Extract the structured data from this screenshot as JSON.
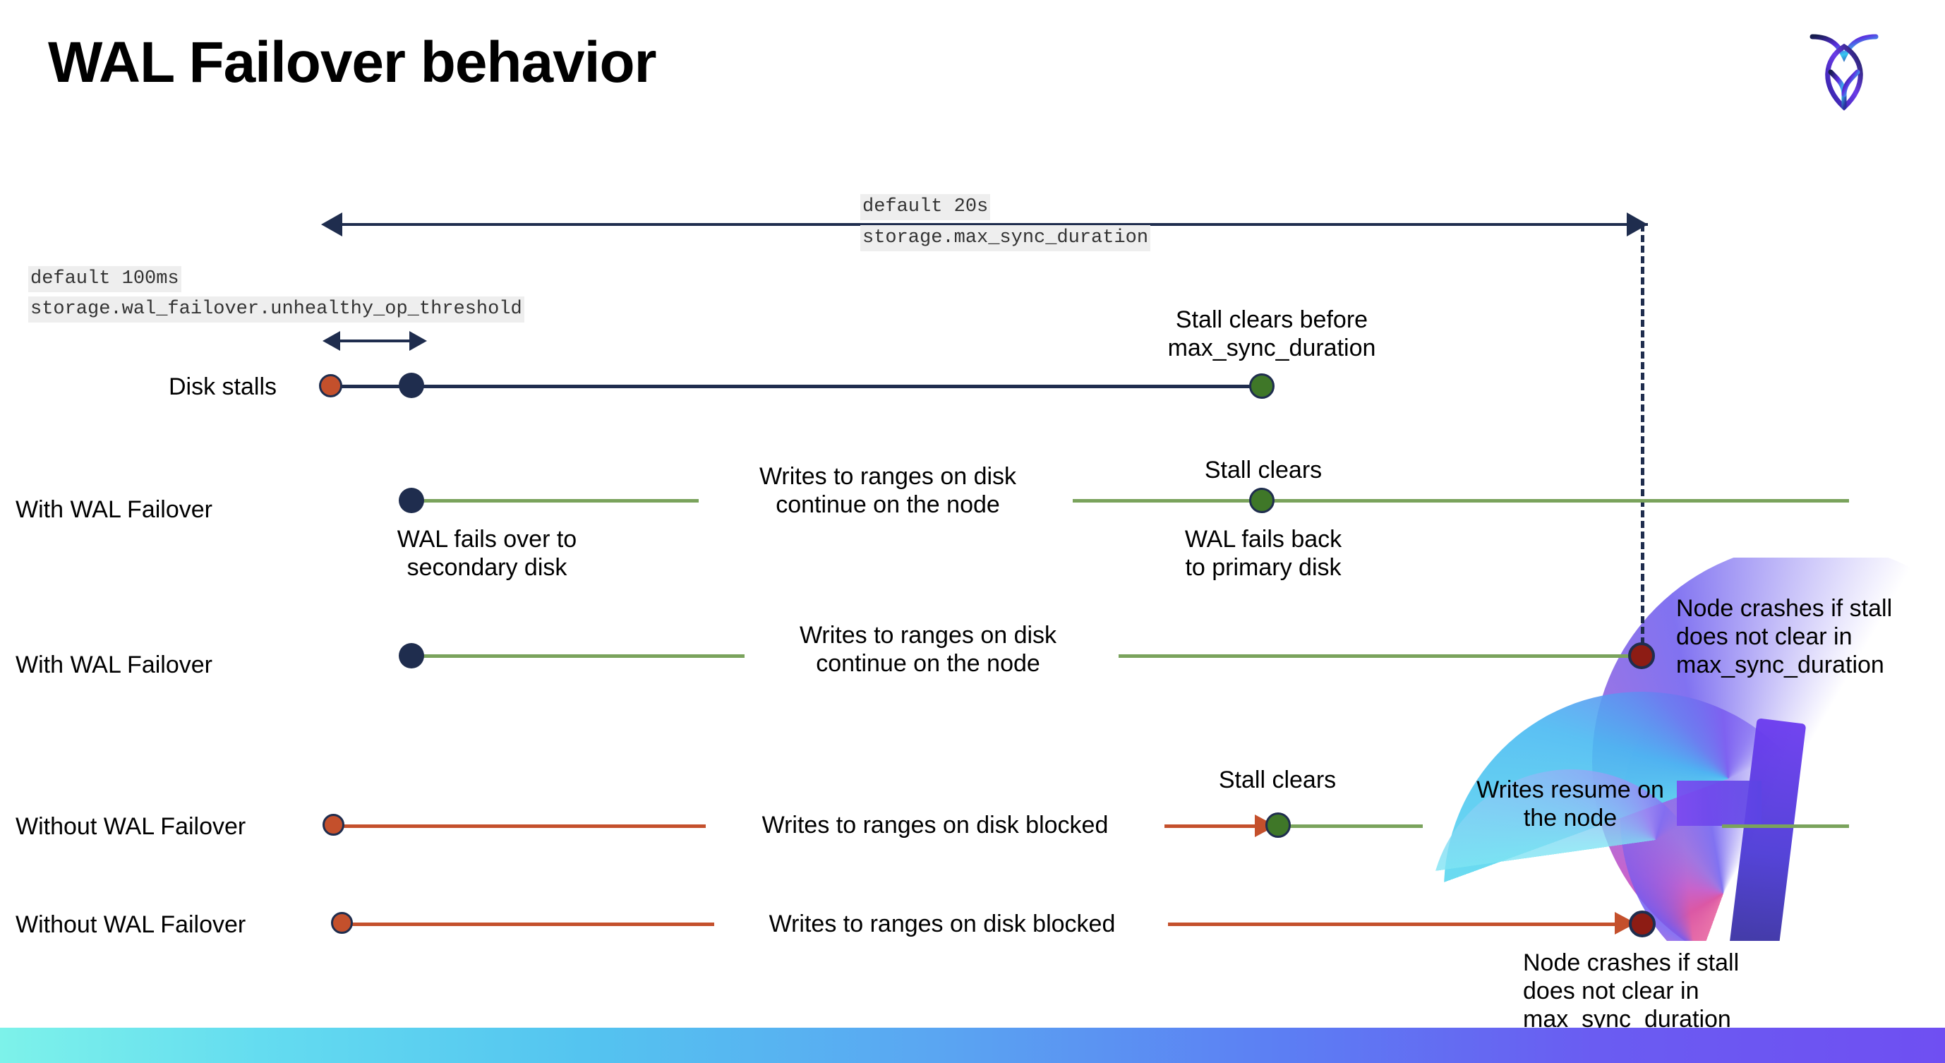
{
  "slide": {
    "title": "WAL Failover behavior",
    "logo_name": "cockroachdb-logo"
  },
  "colors": {
    "navy": "#1f2d4e",
    "green_line": "#7aa35c",
    "green_dot": "#3f7728",
    "orange": "#c4502c",
    "dark_red": "#8d1c14",
    "code_bg": "#eeeeee"
  },
  "top_ruler": {
    "default_label": "default 20s",
    "setting_label": "storage.max_sync_duration"
  },
  "threshold_ruler": {
    "default_label": "default 100ms",
    "setting_label": "storage.wal_failover.unhealthy_op_threshold"
  },
  "rows": [
    {
      "label": "Disk stalls",
      "notes": [
        "Stall clears before",
        "max_sync_duration"
      ]
    },
    {
      "label": "With WAL Failover",
      "notes": [
        "Writes to ranges on disk\ncontinue on the node",
        "Stall clears",
        "WAL fails over to\nsecondary disk",
        "WAL fails  back\nto primary disk"
      ]
    },
    {
      "label": "With WAL Failover",
      "notes": [
        "Writes to ranges on disk\ncontinue on the node",
        "Node crashes if stall\ndoes not clear in\nmax_sync_duration"
      ]
    },
    {
      "label": "Without WAL Failover",
      "notes": [
        "Writes to ranges on disk  blocked",
        "Stall clears",
        "Writes resume on\nthe node"
      ]
    },
    {
      "label": "Without WAL Failover",
      "notes": [
        "Writes to ranges on disk  blocked",
        "Node crashes if stall\ndoes not clear in\nmax_sync_duration"
      ]
    }
  ],
  "labels": {
    "disk_stalls": "Disk stalls",
    "with_wal_1": "With WAL Failover",
    "with_wal_2": "With WAL Failover",
    "without_wal_1": "Without WAL Failover",
    "without_wal_2": "Without WAL Failover",
    "stall_clears_before": "Stall clears before",
    "max_sync_duration_2": "max_sync_duration",
    "writes_continue_1a": "Writes to ranges on disk",
    "writes_continue_1b": "continue on the node",
    "stall_clears_r2": "Stall clears",
    "wal_fails_over_a": "WAL fails over to",
    "wal_fails_over_b": "secondary disk",
    "wal_fails_back_a": "WAL fails  back",
    "wal_fails_back_b": "to primary disk",
    "writes_continue_2a": "Writes to ranges on disk",
    "writes_continue_2b": "continue on the node",
    "node_crashes_r3a": "Node crashes if stall",
    "node_crashes_r3b": "does not clear in",
    "node_crashes_r3c": "max_sync_duration",
    "writes_blocked_r4": "Writes to ranges on disk  blocked",
    "stall_clears_r4": "Stall clears",
    "writes_resume_a": "Writes resume on",
    "writes_resume_b": "the node",
    "writes_blocked_r5": "Writes to ranges on disk  blocked",
    "node_crashes_r5a": "Node crashes if stall",
    "node_crashes_r5b": "does not clear in",
    "node_crashes_r5c": "max_sync_duration"
  }
}
